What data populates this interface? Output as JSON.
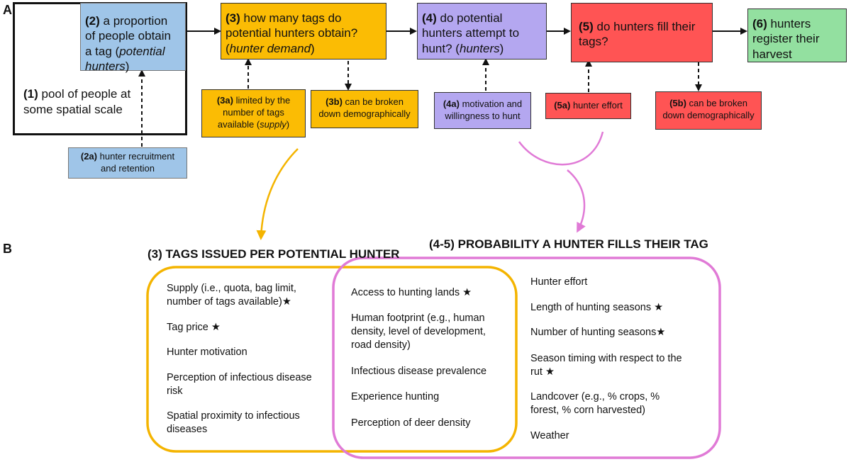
{
  "panels": {
    "a": "A",
    "b": "B"
  },
  "flow": {
    "box1": {
      "num": "(1)",
      "text": "pool of people at some spatial scale"
    },
    "box2": {
      "num": "(2)",
      "text": "a proportion of people obtain a tag",
      "italic": "potential hunters"
    },
    "box2a": {
      "num": "(2a)",
      "text": "hunter recruitment and retention"
    },
    "box3": {
      "num": "(3)",
      "text": "how many tags do potential hunters obtain?",
      "italic": "hunter demand"
    },
    "box3a": {
      "num": "(3a)",
      "text": "limited by the number of tags available",
      "italic": "supply"
    },
    "box3b": {
      "num": "(3b)",
      "text": "can be broken down demographically"
    },
    "box4": {
      "num": "(4)",
      "text": "do potential hunters attempt to hunt?",
      "italic": "hunters"
    },
    "box4a": {
      "num": "(4a)",
      "text": "motivation and willingness to hunt"
    },
    "box5": {
      "num": "(5)",
      "text": "do hunters fill their tags?"
    },
    "box5a": {
      "num": "(5a)",
      "text": "hunter effort"
    },
    "box5b": {
      "num": "(5b)",
      "text": "can be broken down demographically"
    },
    "box6": {
      "num": "(6)",
      "text": "hunters register their harvest"
    }
  },
  "venn": {
    "left_title": "(3) TAGS ISSUED PER POTENTIAL HUNTER",
    "right_title": "(4-5) PROBABILITY A HUNTER FILLS THEIR TAG",
    "left_items": [
      "Supply (i.e., quota, bag limit, number of tags available)★",
      "Tag price ★",
      "Hunter motivation",
      "Perception of infectious disease risk",
      "Spatial proximity to infectious diseases"
    ],
    "middle_items": [
      "Access to hunting lands ★",
      "Human footprint (e.g., human density, level of development, road density)",
      "Infectious disease prevalence",
      "Experience hunting",
      "Perception of deer density"
    ],
    "right_items": [
      "Hunter effort",
      "Length of hunting seasons ★",
      "Number of hunting seasons★",
      "Season timing with respect to the rut ★",
      "Landcover (e.g., % crops, % forest, % corn harvested)",
      "Weather"
    ]
  },
  "colors": {
    "blue": "#9fc5e8",
    "orange": "#fbbc04",
    "purple": "#b4a7f0",
    "red": "#ff5454",
    "green": "#93e0a0",
    "pink": "#e07ad6",
    "venn_orange": "#f4b400"
  }
}
